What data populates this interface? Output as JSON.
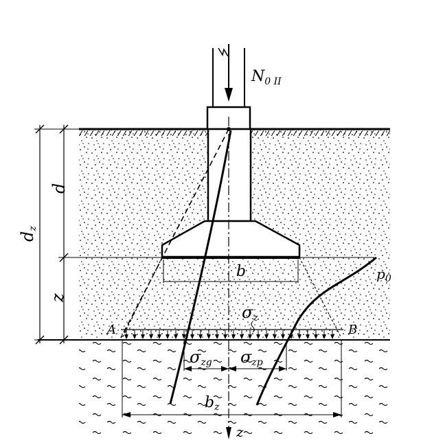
{
  "labels": {
    "load": "N",
    "load_sub": "0 II",
    "depth_d": "d",
    "depth_dz": "d",
    "depth_dz_sub": "z",
    "depth_z": "z",
    "width_b": "b",
    "sigma_z": "σ",
    "sigma_z_sub": "z",
    "point_a": "A",
    "point_b": "B",
    "sigma_zg": "σ",
    "sigma_zg_sub": "zg",
    "sigma_zp": "σ",
    "sigma_zp_sub": "zp",
    "width_bz": "b",
    "width_bz_sub": "z",
    "pressure_p0": "p",
    "pressure_p0_sub": "0",
    "axis_z": "z"
  },
  "colors": {
    "ink": "#000000",
    "paper": "#ffffff"
  }
}
